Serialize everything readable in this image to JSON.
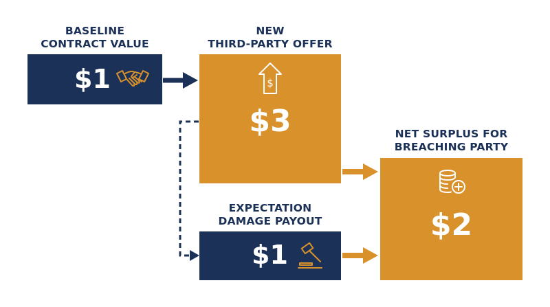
{
  "baseline": {
    "label_line1": "BASELINE",
    "label_line2": "CONTRACT VALUE",
    "amount": "$1",
    "icon": "handshake-icon"
  },
  "offer": {
    "label_line1": "NEW",
    "label_line2": "THIRD-PARTY OFFER",
    "amount": "$3",
    "icon": "arrow-up-dollar-icon"
  },
  "damages": {
    "label_line1": "EXPECTATION",
    "label_line2": "DAMAGE PAYOUT",
    "amount": "$1",
    "icon": "gavel-icon"
  },
  "surplus": {
    "label_line1": "NET SURPLUS FOR",
    "label_line2": "BREACHING PARTY",
    "amount": "$2",
    "icon": "coins-plus-icon"
  },
  "colors": {
    "navy": "#1b3157",
    "gold": "#d8912b"
  }
}
